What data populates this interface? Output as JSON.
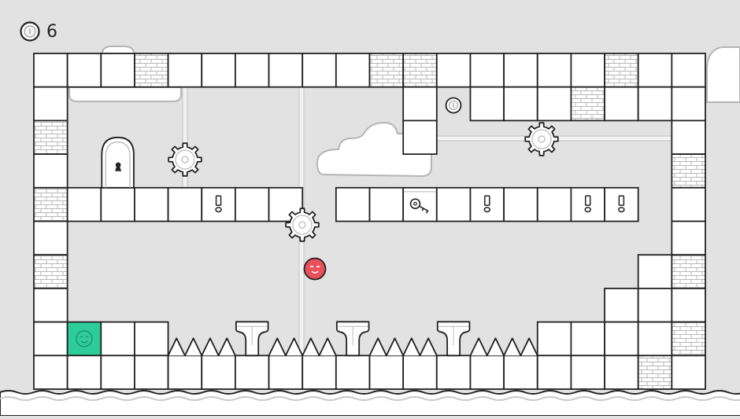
{
  "hud": {
    "coin_icon": "coin-icon",
    "coin_count": "6"
  },
  "colors": {
    "background": "#e2e2e2",
    "tile_fill": "#ffffff",
    "tile_stroke": "#222222",
    "brick_line": "#b8b8b8",
    "rail": "#c9c9c9",
    "cloud_stroke": "#b5b5b5",
    "player_green": "#2ecc98",
    "enemy_red": "#e8505b"
  },
  "level": {
    "columns": 20,
    "rows": 10,
    "legend": {
      "W": "wall-tile",
      "B": "brick-tile",
      "!": "switch-block",
      "K": "key-block",
      "G": "player",
      ".": "empty"
    },
    "map": [
      "WWWBWWWWWWBBWWWWWBWW",
      "W..........W.WWWBWWW",
      "B..........W.......W",
      "W..................B",
      "BWWWW!WW.WWKW!WW!!.W",
      "W..................W",
      "B.................WB",
      "W................WWW",
      "WGWW...........WWWWB",
      "WWWWWWWWWWWWWWWWWWBW"
    ],
    "door": {
      "name": "locked-door",
      "icon": "keyhole-icon"
    },
    "gears": [
      "gear-left",
      "gear-center",
      "gear-right"
    ],
    "coin": {
      "name": "coin-pickup",
      "icon": "coin-icon"
    },
    "enemy": {
      "name": "red-smiley-ball",
      "icon": "smiley-face-icon"
    },
    "player": {
      "name": "green-smiley-block",
      "icon": "smiley-face-icon"
    },
    "pistons": [
      "piston-1",
      "piston-2",
      "piston-3"
    ],
    "spike_groups": [
      "spikes-1",
      "spikes-2",
      "spikes-3",
      "spikes-4"
    ]
  }
}
